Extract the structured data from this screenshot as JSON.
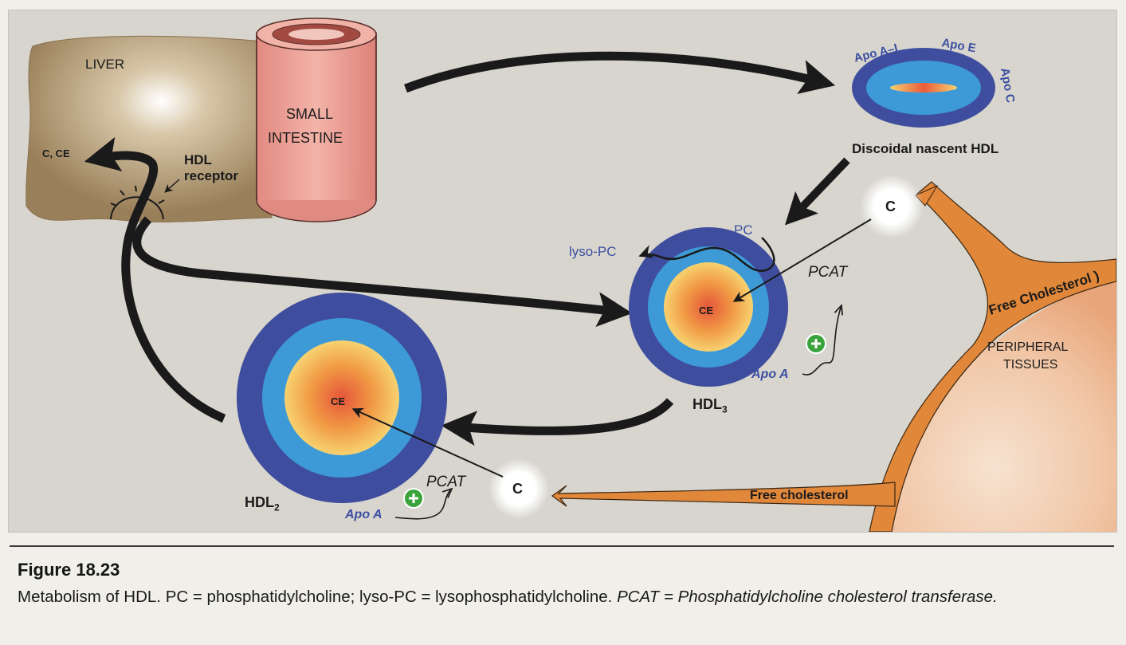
{
  "diagram": {
    "liver": {
      "label": "LIVER",
      "contents": "C, CE"
    },
    "small_intestine": {
      "label_line1": "SMALL",
      "label_line2": "INTESTINE"
    },
    "hdl_receptor": {
      "line1": "HDL",
      "line2": "receptor"
    },
    "nascent_hdl": {
      "label": "Discoidal nascent HDL",
      "apo_a1": "Apo A–I",
      "apo_e": "Apo E",
      "apo_c": "Apo C"
    },
    "hdl3": {
      "label_prefix": "HDL",
      "label_subscript": "3",
      "core": "CE",
      "pc": "PC",
      "lyso_pc": "lyso-PC",
      "pcat": "PCAT",
      "apo_a": "Apo A",
      "plus": "+"
    },
    "hdl2": {
      "label_prefix": "HDL",
      "label_subscript": "2",
      "core": "CE",
      "pcat": "PCAT",
      "apo_a": "Apo A",
      "plus": "+"
    },
    "free_cholesterol_upper": "C",
    "free_cholesterol_lower": "C",
    "peripheral_tissues": {
      "line1": "PERIPHERAL",
      "line2": "TISSUES"
    },
    "free_cholesterol_band_label": "Free Cholesterol )",
    "free_cholesterol_lower_label": "Free cholesterol"
  },
  "caption": {
    "title": "Figure 18.23",
    "text_plain_1": "Metabolism of HDL.  PC = phosphatidylcholine; lyso-PC = lysophosphatidylcholine. ",
    "text_italic": "PCAT = Phosphatidylcholine cholesterol transferase.",
    "text_plain_2": ""
  },
  "colors": {
    "background": "#d7d5cd",
    "liver": "#a8906a",
    "intestine": "#e4958c",
    "hdl_outer": "#3f4d9e",
    "hdl_middle": "#3d9ad6",
    "hdl_core": "#f4b64a",
    "tissue": "#e0873a",
    "arrow": "#1a1a1a",
    "label_blue": "#3c4fa2",
    "plus_green": "#3aa33a"
  }
}
